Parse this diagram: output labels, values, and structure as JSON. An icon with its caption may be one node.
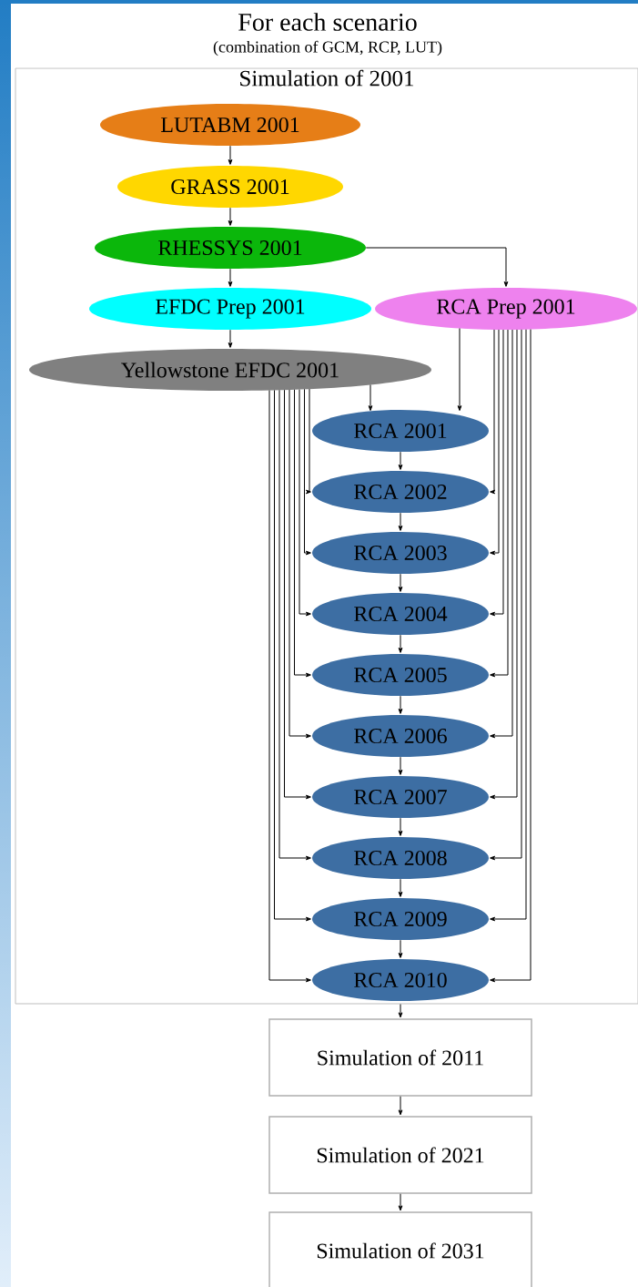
{
  "diagram": {
    "title": "For each scenario",
    "nodes": [
      {
        "text": [
          "Simulation of 2001"
        ]
      },
      {
        "text": [
          "LUTABM 2001"
        ],
        "in": 0
      },
      {
        "text": [
          "GRASS 2001"
        ],
        "in": 0
      },
      {
        "text": [
          "RHESSYS 2001"
        ],
        "in": 0
      },
      {
        "text": [
          "EFDC Prep 2001"
        ],
        "in": 0
      },
      {
        "text": [
          "RCA Prep 2001"
        ],
        "in": 0
      },
      {
        "text": [
          "Yellowstone EFDC 2001"
        ],
        "in": 0
      },
      {
        "text": [
          "RCA 2001"
        ],
        "in": 0
      },
      {
        "text": [
          "RCA 2002"
        ],
        "in": 0
      },
      {
        "text": [
          "RCA 2003"
        ],
        "in": 0
      },
      {
        "text": [
          "RCA 2004"
        ],
        "in": 0
      },
      {
        "text": [
          "RCA 2005"
        ],
        "in": 0
      },
      {
        "text": [
          "RCA 2006"
        ],
        "in": 0
      },
      {
        "text": [
          "RCA 2007"
        ],
        "in": 0
      },
      {
        "text": [
          "RCA 2008"
        ],
        "in": 0
      },
      {
        "text": [
          "RCA 2009"
        ],
        "in": 0
      },
      {
        "text": [
          "RCA 2010"
        ],
        "in": 0
      },
      {
        "text": [
          "Simulation of 2011"
        ]
      },
      {
        "text": [
          "Simulation of 2021"
        ]
      },
      {
        "text": [
          "Simulation of 2031"
        ]
      }
    ],
    "edges": [
      {
        "from": 1,
        "to": 2,
        "arrow": "to"
      },
      {
        "from": 2,
        "to": 3,
        "arrow": "to"
      },
      {
        "from": 3,
        "to": 4,
        "arrow": "to"
      },
      {
        "from": 3,
        "to": 5,
        "arrow": "to"
      },
      {
        "from": 4,
        "to": 6,
        "arrow": "to"
      },
      {
        "from": 6,
        "to": 7,
        "arrow": "to"
      },
      {
        "from": 6,
        "to": 8,
        "arrow": "to"
      },
      {
        "from": 6,
        "to": 9,
        "arrow": "to"
      },
      {
        "from": 6,
        "to": 10,
        "arrow": "to"
      },
      {
        "from": 6,
        "to": 11,
        "arrow": "to"
      },
      {
        "from": 6,
        "to": 12,
        "arrow": "to"
      },
      {
        "from": 6,
        "to": 13,
        "arrow": "to"
      },
      {
        "from": 6,
        "to": 14,
        "arrow": "to"
      },
      {
        "from": 6,
        "to": 15,
        "arrow": "to"
      },
      {
        "from": 6,
        "to": 16,
        "arrow": "to"
      },
      {
        "from": 5,
        "to": 7,
        "arrow": "to"
      },
      {
        "from": 5,
        "to": 8,
        "arrow": "to"
      },
      {
        "from": 5,
        "to": 9,
        "arrow": "to"
      },
      {
        "from": 5,
        "to": 10,
        "arrow": "to"
      },
      {
        "from": 5,
        "to": 11,
        "arrow": "to"
      },
      {
        "from": 5,
        "to": 12,
        "arrow": "to"
      },
      {
        "from": 5,
        "to": 13,
        "arrow": "to"
      },
      {
        "from": 5,
        "to": 14,
        "arrow": "to"
      },
      {
        "from": 5,
        "to": 15,
        "arrow": "to"
      },
      {
        "from": 5,
        "to": 16,
        "arrow": "to"
      },
      {
        "from": 7,
        "to": 8,
        "arrow": "to"
      },
      {
        "from": 8,
        "to": 9,
        "arrow": "to"
      },
      {
        "from": 9,
        "to": 10,
        "arrow": "to"
      },
      {
        "from": 10,
        "to": 11,
        "arrow": "to"
      },
      {
        "from": 11,
        "to": 12,
        "arrow": "to"
      },
      {
        "from": 12,
        "to": 13,
        "arrow": "to"
      },
      {
        "from": 13,
        "to": 14,
        "arrow": "to"
      },
      {
        "from": 14,
        "to": 15,
        "arrow": "to"
      },
      {
        "from": 15,
        "to": 16,
        "arrow": "to"
      },
      {
        "from": 0,
        "to": 17,
        "arrow": "to"
      },
      {
        "from": 17,
        "to": 18,
        "arrow": "to"
      },
      {
        "from": 18,
        "to": 19,
        "arrow": "to"
      }
    ],
    "labels": [
      "(combination of GCM, RCP, LUT)"
    ]
  }
}
